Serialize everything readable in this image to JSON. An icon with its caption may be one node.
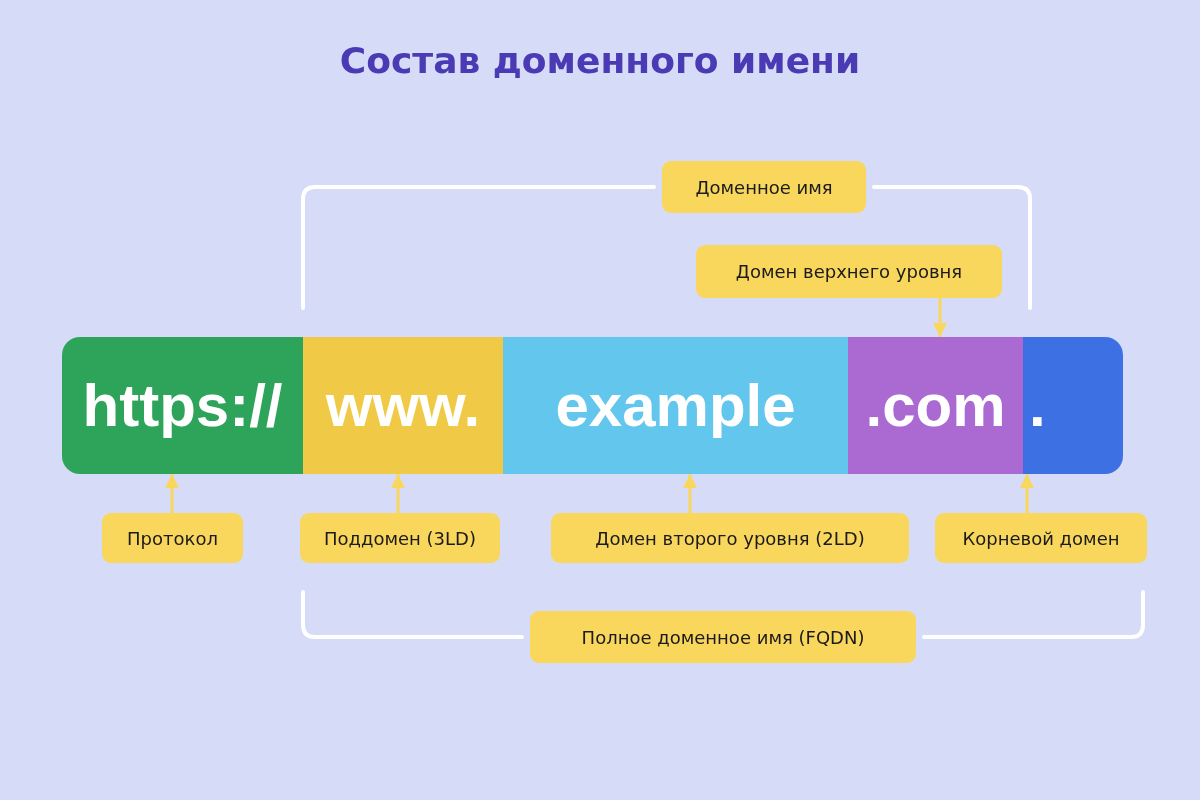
{
  "diagram": {
    "title": "Состав доменного имени",
    "nodes": [
      {
        "text": [
          "Доменное имя"
        ]
      },
      {
        "text": [
          "Домен верхнего уровня"
        ]
      },
      {
        "text": [
          "https://"
        ]
      },
      {
        "text": [
          "www."
        ]
      },
      {
        "text": [
          "example"
        ]
      },
      {
        "text": [
          ".com"
        ]
      },
      {
        "text": [
          "."
        ]
      },
      {
        "text": [
          "Протокол"
        ]
      },
      {
        "text": [
          "Поддомен (3LD)"
        ]
      },
      {
        "text": [
          "Домен второго уровня (2LD)"
        ]
      },
      {
        "text": [
          "Корневой домен"
        ]
      },
      {
        "text": [
          "Полное доменное имя (FQDN)"
        ]
      }
    ],
    "edges": [
      {
        "from": 1,
        "to": 5,
        "arrow": "to"
      },
      {
        "from": 7,
        "to": 2,
        "arrow": "to"
      },
      {
        "from": 8,
        "to": 3,
        "arrow": "to"
      },
      {
        "from": 9,
        "to": 4,
        "arrow": "to"
      },
      {
        "from": 10,
        "to": 6,
        "arrow": "to"
      }
    ]
  }
}
